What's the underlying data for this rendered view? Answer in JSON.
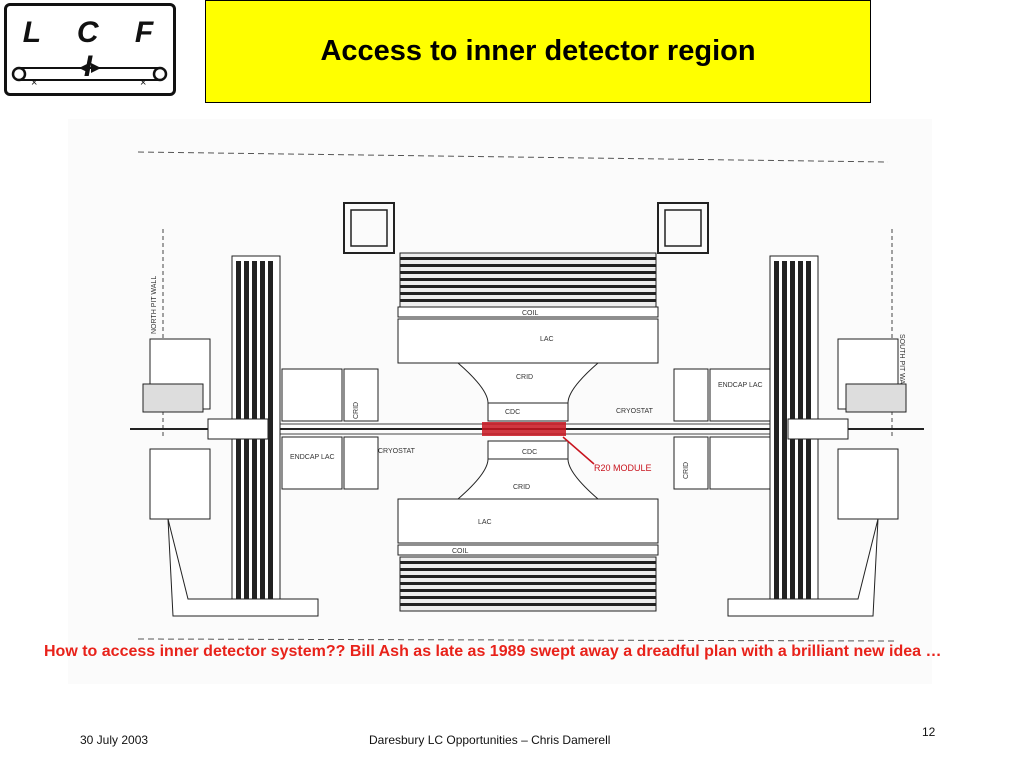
{
  "logo": {
    "text": "L C F I"
  },
  "header": {
    "title": "Access to inner detector region"
  },
  "figure": {
    "labels": {
      "north_wall": "NORTH PIT WALL",
      "south_wall": "SOUTH PIT WALL",
      "coil_top": "COIL",
      "lac_top": "LAC",
      "crid_top": "CRID",
      "cdc_top": "CDC",
      "cdc_bottom": "CDC",
      "crid_bottom": "CRID",
      "lac_bottom": "LAC",
      "coil_bottom": "COIL",
      "endcap_lac_left": "ENDCAP LAC",
      "endcap_lac_right": "ENDCAP LAC",
      "cryostat_left": "CRYOSTAT",
      "cryostat_right": "CRYOSTAT",
      "crid_left": "CRID",
      "crid_right": "CRID",
      "r20_module": "R20 MODULE"
    }
  },
  "caption": "How to access inner detector system?? Bill Ash as late as 1989 swept away a dreadful plan with a brilliant new idea …",
  "footer": {
    "date": "30 July 2003",
    "event": "Daresbury LC Opportunities – Chris Damerell",
    "page": "12"
  },
  "colors": {
    "title_bg": "#ffff00",
    "caption": "#e8221a",
    "highlight": "#c8141e"
  }
}
